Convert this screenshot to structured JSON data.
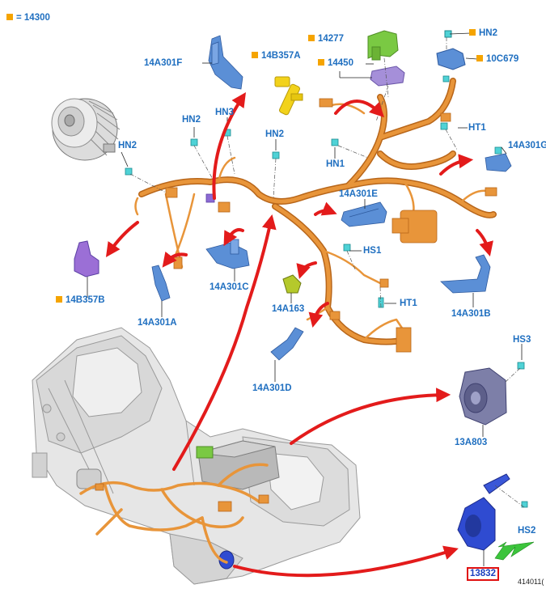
{
  "legend": {
    "text": "= 14300",
    "swatch_color": "#f5a400"
  },
  "labels": {
    "l14A301F": "14A301F",
    "l14B357A": "14B357A",
    "l14277": "14277",
    "l14450": "14450",
    "lHN2_top": "HN2",
    "l10C679": "10C679",
    "lHN2_alt": "HN2",
    "lHN3": "HN3",
    "lHN2_mid": "HN2",
    "lHN2_center": "HN2",
    "lHT1_top": "HT1",
    "l14A301G": "14A301G",
    "lHN1": "HN1",
    "l14A301E": "14A301E",
    "lHS1": "HS1",
    "lHT1_bottom": "HT1",
    "l14B357B": "14B357B",
    "l14A301C": "14A301C",
    "l14A301A": "14A301A",
    "l14A163": "14A163",
    "l14A301B": "14A301B",
    "l14A301D": "14A301D",
    "lHS3": "HS3",
    "l13A803": "13A803",
    "lHS2": "HS2",
    "l13832": "13832"
  },
  "figure_code": "414011(",
  "colors": {
    "label": "#1f6fc0",
    "harness": "#e8953a",
    "harness_dark": "#b8661a",
    "arrow": "#e31b1b",
    "bracket": "#5b8fd6",
    "green_part": "#7ac943",
    "yellow_part": "#f2d21b",
    "purple_part": "#9b6fd6",
    "body_shell": "#e4e4e4",
    "highlight_box": "#e01010",
    "callout_arrow": "#3cc43c"
  }
}
